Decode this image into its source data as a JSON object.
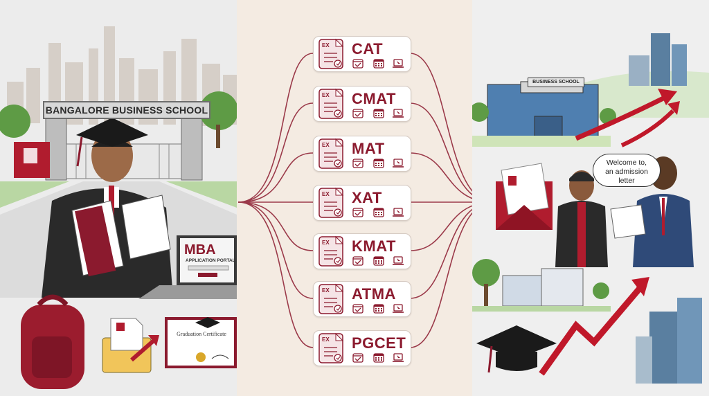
{
  "left_panel": {
    "school_sign": "BANGALORE BUSINESS SCHOOL",
    "laptop": {
      "title": "MBA",
      "subtitle": "APPLICATION PORTAL"
    },
    "certificate_title": "Graduation Certificate"
  },
  "exams": [
    {
      "label": "CAT",
      "badge": "EX"
    },
    {
      "label": "CMAT",
      "badge": "EX"
    },
    {
      "label": "MAT",
      "badge": "EX"
    },
    {
      "label": "XAT",
      "badge": "EX"
    },
    {
      "label": "KMAT",
      "badge": "EX"
    },
    {
      "label": "ATMA",
      "badge": "EX"
    },
    {
      "label": "PGCET",
      "badge": "EX"
    }
  ],
  "right_panel": {
    "building_sign": "BUSINESS SCHOOL",
    "speech_bubble": {
      "line1": "Welcome to,",
      "line2": "an admission",
      "line3": "letter"
    }
  },
  "colors": {
    "maroon": "#8b1a2e",
    "red": "#c0182a",
    "green": "#6aa84f",
    "card_bg": "#ffffff"
  },
  "icons": [
    "document-icon",
    "calendar-check-icon",
    "calendar-icon",
    "laptop-cursor-icon",
    "graduation-cap-icon",
    "backpack-icon",
    "folder-arrow-icon",
    "envelope-icon",
    "trend-arrow-icon"
  ]
}
